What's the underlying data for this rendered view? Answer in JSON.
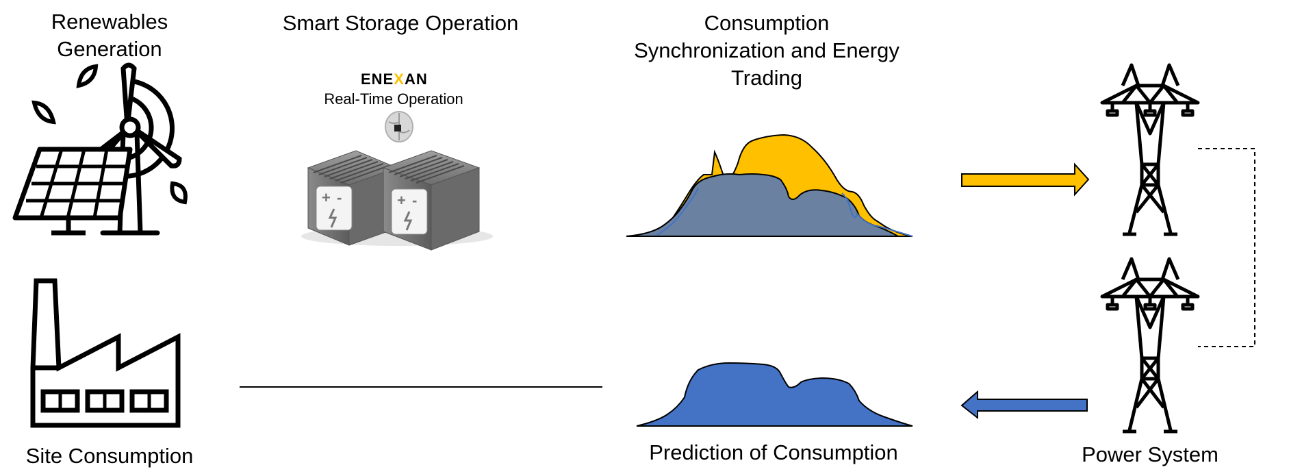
{
  "labels": {
    "renewables_line1": "Renewables",
    "renewables_line2": "Generation",
    "storage": "Smart Storage Operation",
    "consumption_line1": "Consumption",
    "consumption_line2": "Synchronization and Energy",
    "consumption_line3": "Trading",
    "site": "Site Consumption",
    "prediction": "Prediction of Consumption",
    "power": "Power System"
  },
  "logo": {
    "part1": "ENE",
    "part2": "X",
    "part3": "AN",
    "subtitle": "Real-Time Operation"
  },
  "colors": {
    "generation": "#ffc000",
    "consumption_overlay": "#6a81a1",
    "consumption": "#4472c4",
    "battery": "#7a7a7a",
    "outline": "#000000"
  },
  "icons": [
    "solar-panel-icon",
    "wind-turbine-icon",
    "leaf-icon",
    "factory-icon",
    "battery-container-icon",
    "brain-chip-icon",
    "transmission-tower-icon"
  ]
}
